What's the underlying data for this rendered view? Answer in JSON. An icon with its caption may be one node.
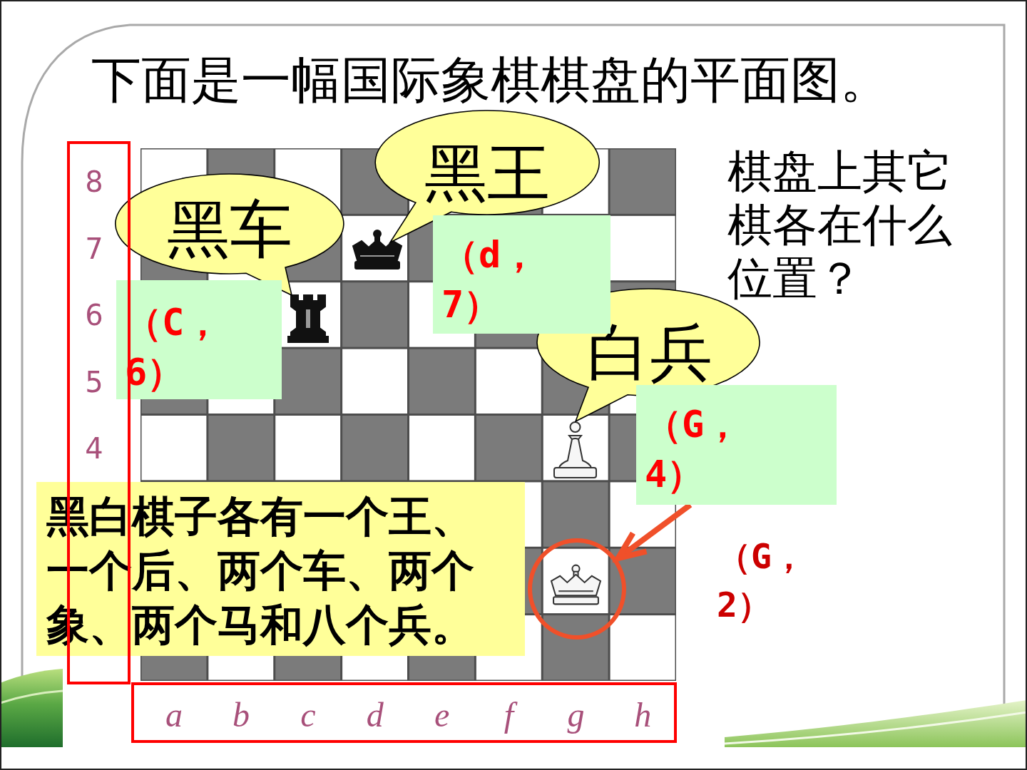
{
  "diagram": {
    "title": "下面是一幅国际象棋棋盘的平面图。",
    "nodes": [
      {
        "text": [
          "8",
          "7",
          "6",
          "5",
          "4"
        ]
      },
      {
        "text": [
          "黑王"
        ]
      },
      {
        "text": [
          "黑车"
        ]
      },
      {
        "text": [
          "（d，7）"
        ]
      },
      {
        "text": [
          "（C，6）"
        ]
      },
      {
        "text": [
          "白兵"
        ]
      },
      {
        "text": [
          "（G，4）"
        ]
      },
      {
        "text": [
          "黑白棋子各有一个王、一个后、两个车、两个象、两个马和八个兵。"
        ]
      },
      {
        "text": [],
        "shape": "circle"
      },
      {
        "text": [
          "a",
          "b",
          "c",
          "d",
          "e",
          "f",
          "g",
          "h"
        ]
      }
    ],
    "edges": [
      {
        "from": 6,
        "to": 8,
        "arrow": "to",
        "color": "#f0502a"
      }
    ],
    "labels": [
      "棋盘上其它棋各在什么位置？",
      "（G，2）"
    ]
  }
}
